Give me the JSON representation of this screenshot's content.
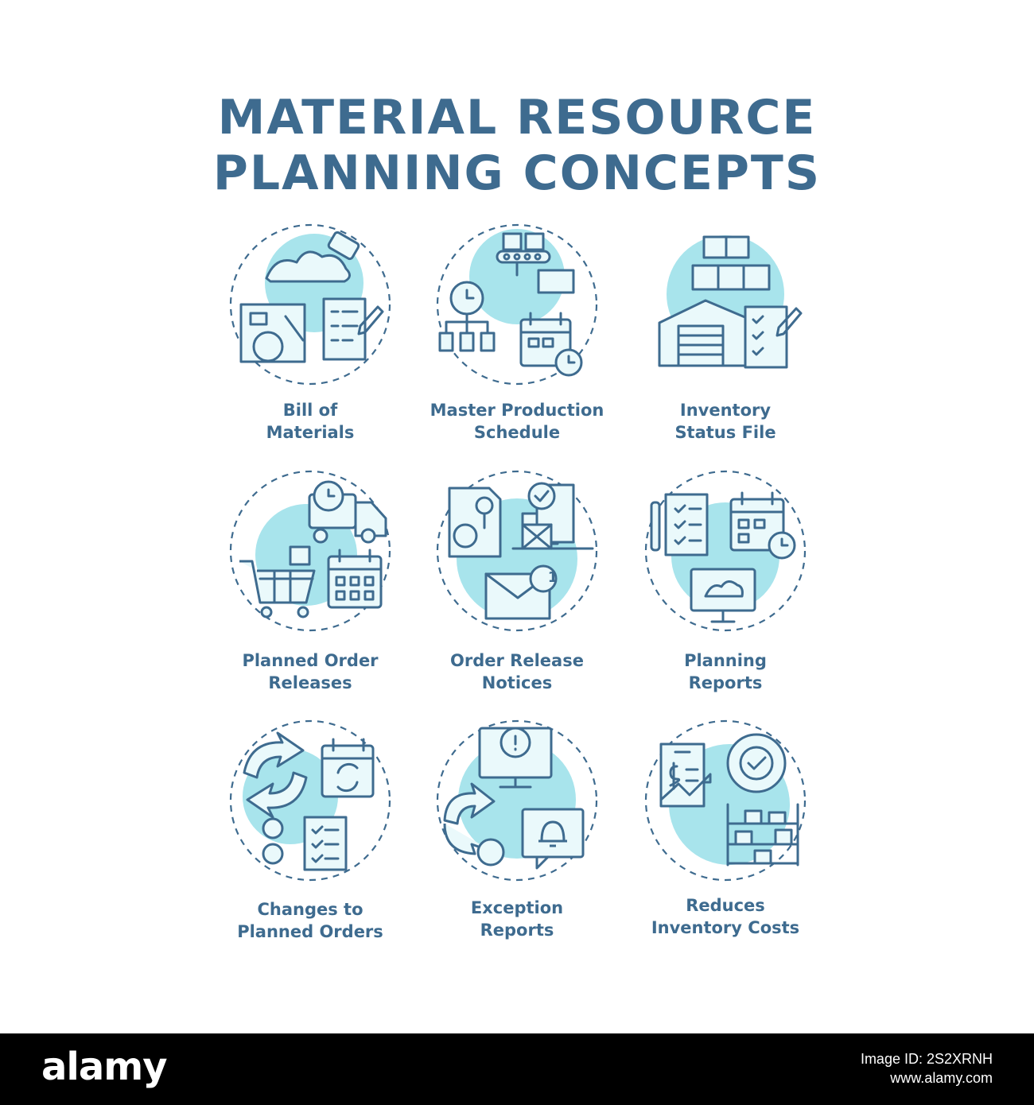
{
  "title": {
    "line1": "MATERIAL RESOURCE",
    "line2": "PLANNING  CONCEPTS"
  },
  "concepts": [
    {
      "line1": "Bill of",
      "line2": "Materials",
      "icon": "bill-of-materials-icon"
    },
    {
      "line1": "Master Production",
      "line2": "Schedule",
      "icon": "master-production-schedule-icon"
    },
    {
      "line1": "Inventory",
      "line2": "Status File",
      "icon": "inventory-status-file-icon"
    },
    {
      "line1": "Planned Order",
      "line2": "Releases",
      "icon": "planned-order-releases-icon"
    },
    {
      "line1": "Order Release",
      "line2": "Notices",
      "icon": "order-release-notices-icon"
    },
    {
      "line1": "Planning",
      "line2": "Reports",
      "icon": "planning-reports-icon"
    },
    {
      "line1": "Changes to",
      "line2": "Planned Orders",
      "icon": "changes-to-planned-orders-icon"
    },
    {
      "line1": "Exception",
      "line2": "Reports",
      "icon": "exception-reports-icon"
    },
    {
      "line1": "Reduces",
      "line2": "Inventory Costs",
      "icon": "reduces-inventory-costs-icon"
    }
  ],
  "notification_count": "1",
  "footer": {
    "brand": "alamy",
    "image_id": "Image ID: 2S2XRNH",
    "site": "www.alamy.com"
  },
  "colors": {
    "primary": "#3e6b8f",
    "accent": "#a8e4ec",
    "background": "#ffffff",
    "footer": "#000000"
  }
}
